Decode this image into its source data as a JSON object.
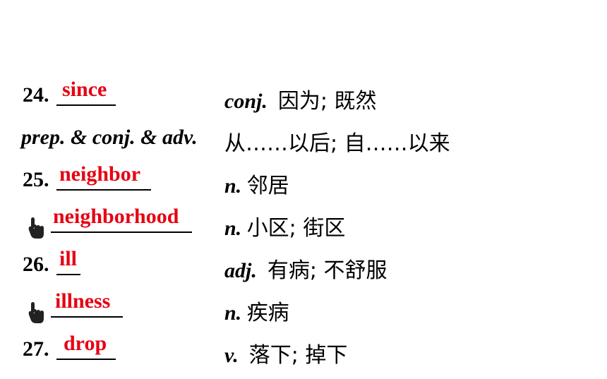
{
  "entries": [
    {
      "num": "24.",
      "answer": "since",
      "pos": "conj.",
      "meaning": "因为; 既然"
    },
    {
      "posline": "prep. & conj. & adv.",
      "meaning": "从……以后; 自……以来"
    },
    {
      "num": "25.",
      "answer": "neighbor",
      "pos": "n.",
      "meaning": "邻居"
    },
    {
      "answer": "neighborhood",
      "pos": "n.",
      "meaning": "小区; 街区"
    },
    {
      "num": "26.",
      "answer": "ill",
      "pos": "adj.",
      "meaning": "有病; 不舒服"
    },
    {
      "answer": "illness",
      "pos": "n.",
      "meaning": "疾病"
    },
    {
      "num": "27.",
      "answer": "drop",
      "pos": "v.",
      "meaning": "落下; 掉下"
    }
  ],
  "colors": {
    "answer": "#e60012",
    "text": "#000000"
  }
}
